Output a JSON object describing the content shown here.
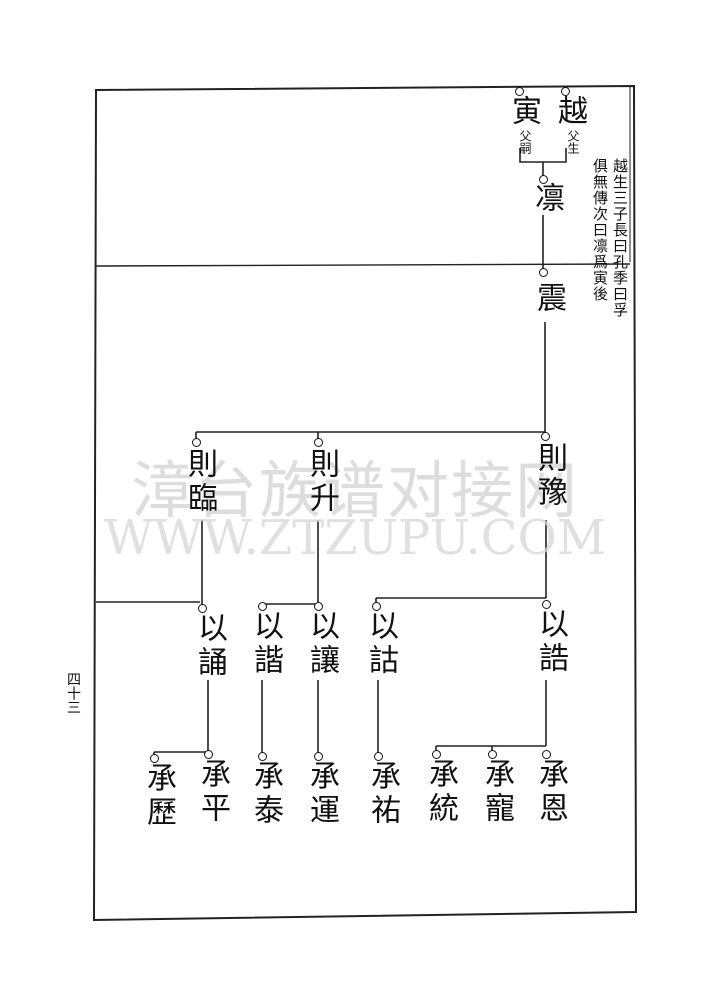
{
  "page_number": "四十三",
  "note": [
    "越生三子長曰孔季曰孚",
    "俱無傳次曰凛爲寅後"
  ],
  "watermark": {
    "line1": "漳台族谱对接网",
    "line2": "WWW.ZTZUPU.COM"
  },
  "generation1": [
    {
      "name": "越",
      "relation": "父生"
    },
    {
      "name": "寅",
      "relation": "父嗣"
    }
  ],
  "people": {
    "lin": "凛",
    "zhen": "震",
    "zeyu": "則豫",
    "zesheng": "則升",
    "zelin": "則臨",
    "yigao": "以誥",
    "yiwu": "以詁",
    "yirang": "以讓",
    "yixie": "以諧",
    "yisong": "以誦",
    "chengen": "承恩",
    "chengchong": "承寵",
    "chengtong": "承統",
    "chengyou": "承祐",
    "chengyun": "承運",
    "chengtai": "承泰",
    "chengping": "承平",
    "chengli": "承歷"
  }
}
